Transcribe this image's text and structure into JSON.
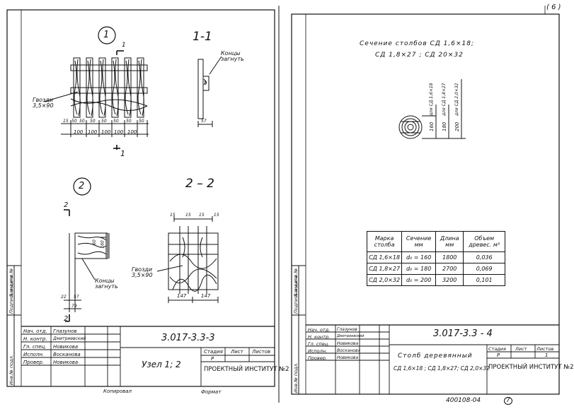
{
  "corner_page": "( 6 )",
  "left": {
    "node1_label": "1",
    "section11_title": "1-1",
    "cut_mark": "1",
    "ends_label_1": "Концы",
    "ends_label_2": "загнуть",
    "nails_label_1": "Гвозди",
    "nails_label_2": "3,5×90",
    "dim_15": "15",
    "dims_50": [
      "50",
      "50",
      "50",
      "50",
      "50",
      "50",
      "50"
    ],
    "dims_100": [
      "100",
      "100",
      "100",
      "100",
      "100"
    ],
    "dim_57": "57",
    "node2_label": "2",
    "section22_title": "2 – 2",
    "cut_mark2": "2",
    "dim_60": "60",
    "dim_160": "160",
    "ends2_label_1": "Концы",
    "ends2_label_2": "загнуть",
    "dim_22": "22",
    "dim_57b": "57",
    "dim_79": "79",
    "dims_15_top": [
      "15",
      "15",
      "15",
      "15"
    ],
    "nails2_label_1": "Гвозди",
    "nails2_label_2": "3,5×90",
    "dims_147": [
      "147",
      "147"
    ],
    "title_block": {
      "roles": [
        "Нач. отд.",
        "Н. контр.",
        "Гл. спец.",
        "Исполн.",
        "Провер."
      ],
      "names": [
        "Глазунов",
        "Дмитриевский",
        "Новикова",
        "Восканова",
        "Новикова"
      ],
      "doc_code": "3.017-3.3-3",
      "sheet_title": "Узел 1; 2",
      "stage_h": "Стадия",
      "sheet_h": "Лист",
      "sheets_h": "Листов",
      "stage": "Р",
      "org": "ПРОЕКТНЫЙ ИНСТИТУТ №2"
    },
    "side_labels": [
      "Инв.№ подл.",
      "Подпись и дата",
      "Взам.инв.№"
    ],
    "copied": "Копировал",
    "format": "Формат"
  },
  "right": {
    "heading_1": "Сечение столбов СД 1,6×18;",
    "heading_2": "СД 1,8×27 ;  СД 20×32",
    "dims_vert": [
      "160",
      "180",
      "200"
    ],
    "labels_vert": [
      "для СД 1,6×18",
      "для СД 1,8×27",
      "для СД 2,0×32"
    ],
    "table": {
      "headers": [
        "Марка столба",
        "Сечение мм",
        "Длина мм",
        "Объем древес. м³"
      ],
      "rows": [
        [
          "СД 1,6×18",
          "d₀ = 160",
          "1800",
          "0,036"
        ],
        [
          "СД 1,8×27",
          "d₀ = 180",
          "2700",
          "0,069"
        ],
        [
          "СД 2,0×32",
          "d₀ = 200",
          "3200",
          "0,101"
        ]
      ]
    },
    "title_block": {
      "roles": [
        "Нач. отд.",
        "Н. контр.",
        "Гл. спец.",
        "Исполн.",
        "Провер."
      ],
      "names": [
        "Глазунов",
        "Дмитриевский",
        "Новикова",
        "Восканова",
        "Новикова"
      ],
      "doc_code": "3.017-3.3 - 4",
      "title_1": "Столб деревянный",
      "title_2": "СД 1,6×18 ; СД 1,8×27; СД 2,0×32",
      "stage_h": "Стадия",
      "sheet_h": "Лист",
      "sheets_h": "Листов",
      "stage": "Р",
      "sheet": "1",
      "org": "ПРОЕКТНЫЙ ИНСТИТУТ №2"
    },
    "side_labels": [
      "Инв.№ подл.",
      "Подпись и дата",
      "Взам.инв.№"
    ],
    "footer_code": "400108-04",
    "footer_num": "7"
  }
}
